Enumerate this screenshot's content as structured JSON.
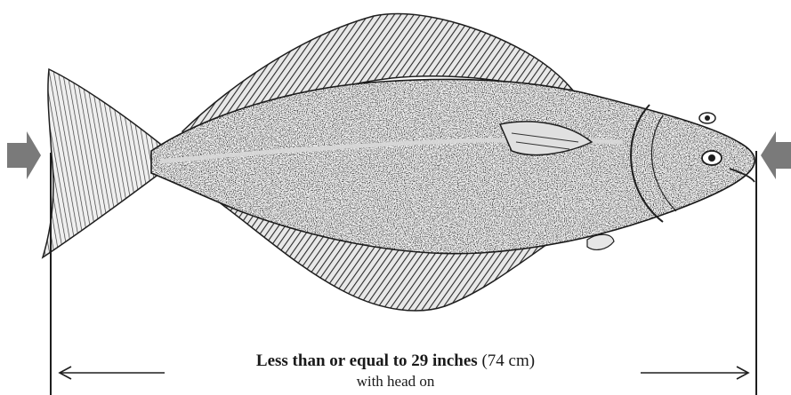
{
  "figure": {
    "image": "halibut-measurement-illustration",
    "caption": {
      "bold": "Less than or equal to 29 inches",
      "metric": "(74 cm)",
      "line2": "with head on"
    },
    "icons": [
      "right-arrow-icon",
      "left-arrow-icon"
    ],
    "colors": {
      "fish_speckle": "#2b2b2b",
      "fish_body": "#f4f4f4",
      "arrow_fill": "#7a7a7a",
      "line": "#1e1e1e"
    }
  }
}
